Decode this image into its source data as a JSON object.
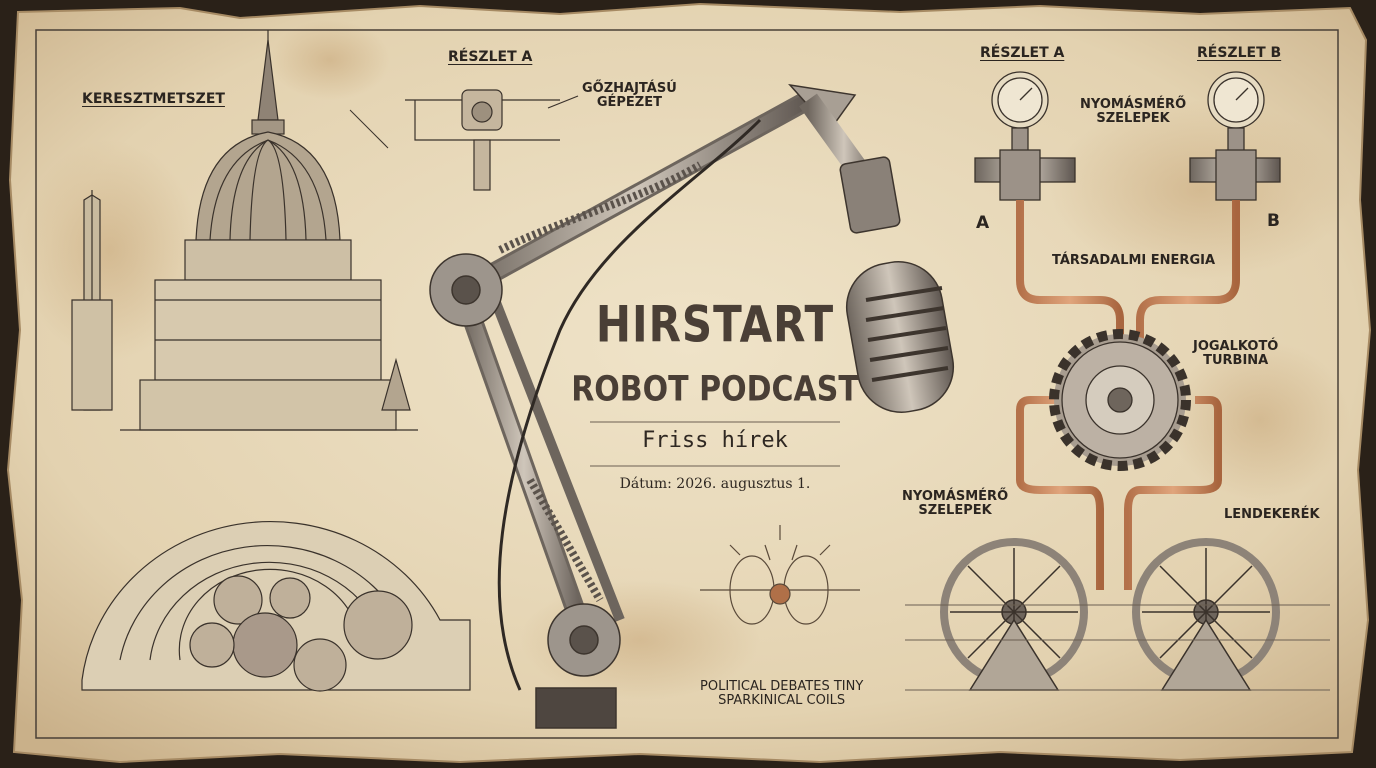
{
  "title": "HIRSTART",
  "subtitle_line": "ROBOT PODCAST",
  "tagline": "Friss hírek",
  "date": "Dátum: 2026. augusztus 1.",
  "labels": {
    "cross_section": "KERESZTMETSZET",
    "detail_a_top": "RÉSZLET A",
    "steam_line1": "GŐZHAJTÁSÚ",
    "steam_line2": "GÉPEZET",
    "detail_a_right": "RÉSZLET A",
    "detail_b_right": "RÉSZLET B",
    "pressure_top_line1": "NYOMÁSMÉRŐ",
    "pressure_top_line2": "SZELEPEK",
    "letter_a": "A",
    "letter_b": "B",
    "social_energy": "TÁRSADALMI ENERGIA",
    "turbine_line1": "JOGALKOTÓ",
    "turbine_line2": "TURBINA",
    "pressure_bottom_line1": "NYOMÁSMÉRŐ",
    "pressure_bottom_line2": "SZELEPEK",
    "flywheel": "LENDEKERÉK",
    "debates_line1": "POLITICAL DEBATES TINY",
    "debates_line2": "SPARKINICAL COILS"
  },
  "colors": {
    "parchment": "#e9dcc0",
    "ink": "#2b2520",
    "copper": "#c98a60",
    "metal": "#8a8178"
  }
}
